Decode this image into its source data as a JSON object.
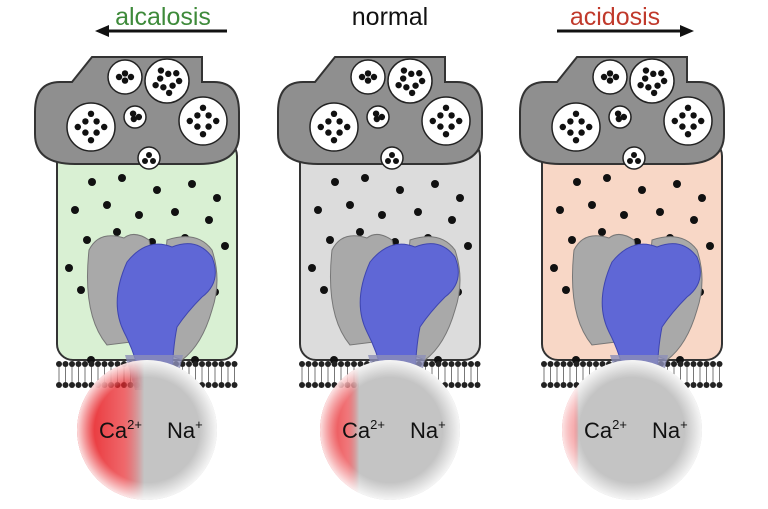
{
  "panels": [
    {
      "heading": "alcalosis",
      "heading_color": "#3e8a3a",
      "arrow": "left",
      "fluid_color": "#d9f0d3",
      "calcium_gradient": "strong",
      "ion_labels": {
        "calcium": "Ca",
        "calcium_charge": "2+",
        "sodium": "Na",
        "sodium_charge": "+"
      }
    },
    {
      "heading": "normal",
      "heading_color": "#111111",
      "arrow": "none",
      "fluid_color": "#dcdcdc",
      "calcium_gradient": "medium",
      "ion_labels": {
        "calcium": "Ca",
        "calcium_charge": "2+",
        "sodium": "Na",
        "sodium_charge": "+"
      }
    },
    {
      "heading": "acidosis",
      "heading_color": "#c0392b",
      "arrow": "right",
      "fluid_color": "#f8d7c6",
      "calcium_gradient": "weak",
      "ion_labels": {
        "calcium": "Ca",
        "calcium_charge": "2+",
        "sodium": "Na",
        "sodium_charge": "+"
      }
    }
  ],
  "colors": {
    "vesicle_fill": "#8f8f8f",
    "vesicle_stroke": "#333333",
    "protein_blue": "#5f67d6",
    "protein_gray": "#a9a9a9",
    "membrane": "#222222",
    "calcium_red": "#e8262b",
    "sodium_gray": "#c4c4c4"
  }
}
